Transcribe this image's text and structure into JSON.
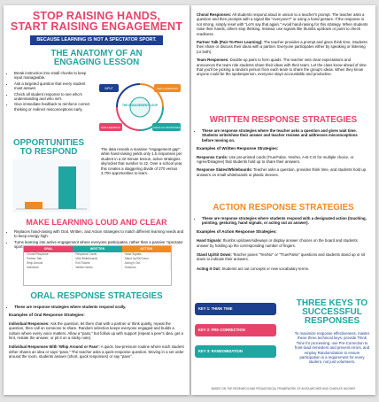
{
  "page1": {
    "title_line1": "STOP RAISING HANDS,",
    "title_line2": "START RAISING ENGAGEMENT",
    "banner": "BECAUSE LEARNING IS NOT A SPECTATOR SPORT.",
    "anatomy_title_line1": "THE ANATOMY OF AN",
    "anatomy_title_line2": "ENGAGING LESSON",
    "anatomy_bullets": [
      "Break instruction into small chunks to keep input manageable.",
      "Ask a targeted question that every student must answer.",
      "Check all student response to see who's understanding and who isn't.",
      "Give immediate feedback to reinforce correct thinking or redirect misconceptions early."
    ],
    "diagram": {
      "center": "THE ENGAGEMENT LOOP",
      "labels": [
        "INPUT",
        "ASK A QUESTION",
        "CHECK ALL RESPONSES",
        "GIVE FEEDBACK"
      ]
    },
    "opps_title_line1": "OPPORTUNITIES",
    "opps_title_line2": "TO RESPOND",
    "opps_text": "The data reveals a massive \"engagement gap\": while hand-raising yields only 1.5 responses per student in a 32-minute lesson, active strategies skyrocket that number to 22. Over a school year, this creates a staggering divide of 270 versus 3,700 opportunities to learn.",
    "loud_title": "MAKE LEARNING LOUD AND CLEAR",
    "loud_bullets": [
      "Replaces hand-raising with Oral, Written, and Action strategies to match different learning needs and to keep energy high.",
      "Turns learning into active engagement where everyone participates, rather than a passive \"spectator sport.\""
    ],
    "table": {
      "headers": [
        "ORAL",
        "WRITTEN",
        "ACTION"
      ],
      "rows": [
        [
          "Choral Response",
          "Response Cards",
          "Hand Signals"
        ],
        [
          "Partner Talk",
          "Mini Whiteboards",
          "Stand Up/Sit Down"
        ],
        [
          "Whip Around",
          "Exit Tickets",
          "Acting It Out"
        ],
        [
          "Individual",
          "Written Notes",
          "Gestures"
        ]
      ]
    },
    "oral_title": "ORAL RESPONSE STRATEGIES",
    "oral_bullet": "These are response strategies where students respond orally.",
    "oral_examples_heading": "Examples of Oral Response Strategies:",
    "oral_p1_label": "Individual Responses:",
    "oral_p1_text": " Ask the question, let them chat with a partner or think quietly, repeat the question, then call on someone to share. Random selection keeps everyone engaged and builds a culture where every voice matters. Allow a \"pass,\" but follow up with support (repeat a peer's idea, get a hint, restate the answer, or pit it on a sticky note).",
    "oral_p2_label": "Individual Responses With 'Whip Around or Pass':",
    "oral_p2_text": " A quick, low-pressure routine where each student either shares an idea or says \"pass.\" The teacher asks a quick-response question. Moving in a set order around the room, students answer (short, quick responses) or say \"pass\"."
  },
  "page2": {
    "choral_label": "Choral Responses:",
    "choral_text": " All students respond aloud in unison to a teacher's prompt. The teacher asks a question and then prompts with a signal like \"everyone?\" or using a hand gesture. If the response is not strong, simply reset with \"Let's say that again.\" Avoid hand-raising for this strategy. When students raise their hands, others stop thinking. Instead, use signals like thumbs up/down or point to check readiness.",
    "partner_label": "Partner Talk (Pair-To-Peer Learning):",
    "partner_text": " The teacher provides a prompt and gives think time. Students then share or discuss their ideas with a partner. Everyone participates either by speaking or listening (or both).",
    "team_label": "Team Responses:",
    "team_text": " Double-up pairs to form quads. The teacher sets clear expectations and announces the team role students share their ideas with their team. Let the class know ahead of time that you'll be picking a random person from each team to share the group's ideas. When they know anyone could be the spokesperson, everyone stays accountable and productive.",
    "written_title": "WRITTEN RESPONSE STRATEGIES",
    "written_bullet": "These are response strategies where the teacher asks a question and gives wait time. Students write/show their answer and teacher reviews and addresses misconceptions before moving on.",
    "written_examples_heading": "Examples of Written Response Strategies:",
    "cards_label": "Response Cards:",
    "cards_text": " Use pre-printed cards (True/False, Yes/No, A-B-C-D for multiple choice, or Agree/Disagree) that students hold up to share their answers.",
    "slates_label": "Response Slates/Whiteboards:",
    "slates_text": " Teacher asks a question, provides think time, and students hold up answers on small whiteboards or plastic sleeves.",
    "action_title": "ACTION RESPONSE STRATEGIES",
    "action_bullet": "These are response strategies where students respond with a designated action (touching, pointing, gesturing, hand signals, or acting out an answer).",
    "action_examples_heading": "Examples of Action Response Strategies:",
    "hand_label": "Hand Signals:",
    "hand_text": " thumbs up/down/sideways or display answer choices on the board and students answer by holding up the corresponding number of fingers.",
    "stand_label": "Stand Up/Sit Down:",
    "stand_text": " Teacher poses \"Yes/No\" or \"True/False\" questions and students stand up or sit down to indicate their answers.",
    "acting_label": "Acting It Out:",
    "acting_text": " Students act out concepts or new vocabulary terms.",
    "keys_title_line1": "THREE KEYS TO",
    "keys_title_line2": "SUCCESSFUL",
    "keys_title_line3": "RESPONSES",
    "keys": [
      "KEY 1: THINK TIME",
      "KEY 2: PRE-CORRECTION",
      "KEY 3: RANDOMIZATION"
    ],
    "keys_text": "To maximize response effectiveness, master these three technical keys: provide Think Time for processing, use Pre-Correction to front-load reminders and prevent errors, and employ Randomization to ensure participation is a requirement for every student, not just volunteers.",
    "footer": "BASED ON THE RESEARCH AND PEDAGOGICAL FRAMEWORK OF ANITA ARCHER AND CHARLES HUGHES"
  },
  "colors": {
    "pink": "#e8436a",
    "teal": "#1fa6a0",
    "orange": "#f08a24",
    "navy": "#1d3f8f"
  }
}
